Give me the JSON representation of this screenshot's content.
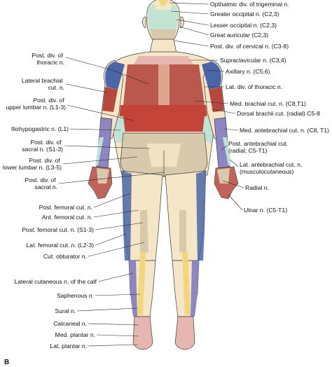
{
  "figure": {
    "panel_label": "B",
    "colors": {
      "skin": "#f6e6c8",
      "brachial_red": "#b5483f",
      "axillary_blue": "#4a66a8",
      "cervical_pink": "#e6b7b0",
      "trunk_red": "#c23b32",
      "mint": "#bfe3d4",
      "tan": "#d8c9ad",
      "purple": "#8e86c2",
      "yellow": "#f1d67a",
      "grey_blue": "#b9c2d8"
    },
    "left_labels": [
      {
        "id": "post-div-thoracic",
        "lines": [
          "Post. div. of",
          "thoracic n."
        ]
      },
      {
        "id": "lateral-brachial-cut",
        "lines": [
          "Lateral brachial",
          "cut. n."
        ]
      },
      {
        "id": "post-div-upper-lumbar",
        "lines": [
          "Post. div. of",
          "upper lumbar n. (L1-3)"
        ]
      },
      {
        "id": "iliohypogastric",
        "lines": [
          "Iliohypogastric n. (L1)"
        ]
      },
      {
        "id": "post-div-sacral-s1-3",
        "lines": [
          "Post. div. of",
          "sacral n. (S1-3)"
        ]
      },
      {
        "id": "post-div-lower-lumbar",
        "lines": [
          "Post. div. of",
          "lower lumbar n. (L3-5)"
        ]
      },
      {
        "id": "post-div-sacral",
        "lines": [
          "Post. div. of",
          "sacral n."
        ]
      },
      {
        "id": "post-femoral-cut",
        "lines": [
          "Post. femoral cut. n."
        ]
      },
      {
        "id": "ant-femoral-cut",
        "lines": [
          "Ant. femoral cut. n."
        ]
      },
      {
        "id": "post-femoral-cut-s1-3",
        "lines": [
          "Post. femoral cut. n. (S1-3)"
        ]
      },
      {
        "id": "lat-femoral-cut",
        "lines": [
          "Lat. femoral cut. n. (L2-3)"
        ]
      },
      {
        "id": "cut-obturator",
        "lines": [
          "Cut. obturator n."
        ]
      },
      {
        "id": "lateral-cutaneous-calf",
        "lines": [
          "Lateral cutaneous n. of the calf"
        ]
      },
      {
        "id": "saphenous",
        "lines": [
          "Saphenous n."
        ]
      },
      {
        "id": "sural",
        "lines": [
          "Sural n."
        ]
      },
      {
        "id": "calcaneal",
        "lines": [
          "Calcaneal n."
        ]
      },
      {
        "id": "med-plantar",
        "lines": [
          "Med. plantar n."
        ]
      },
      {
        "id": "lat-plantar",
        "lines": [
          "Lat. plantar n."
        ]
      }
    ],
    "right_labels": [
      {
        "id": "opthalmic-trigeminal",
        "lines": [
          "Opthalmic div. of trigeminal n."
        ]
      },
      {
        "id": "greater-occipital",
        "lines": [
          "Greater occipital n. (C2,3)"
        ]
      },
      {
        "id": "lesser-occipital",
        "lines": [
          "Lesser occipital n. (C2,3)"
        ]
      },
      {
        "id": "great-auricular",
        "lines": [
          "Great auricular (C2,3)"
        ]
      },
      {
        "id": "post-div-cervical",
        "lines": [
          "Post. div. of cervical n. (C3-8)"
        ]
      },
      {
        "id": "supraclavicular",
        "lines": [
          "Supraclavicular n. (C3,4)"
        ]
      },
      {
        "id": "axillary",
        "lines": [
          "Axillary n. (C5,6)"
        ]
      },
      {
        "id": "lat-div-thoracic",
        "lines": [
          "Lat. div. of thoracic n."
        ]
      },
      {
        "id": "med-brachial-cut",
        "lines": [
          "Med. brachial cut. n. (C8,T1)"
        ]
      },
      {
        "id": "dorsal-brachii-cut",
        "lines": [
          "Dorsal brachii cut. (radial) C5-8"
        ]
      },
      {
        "id": "med-antebrachial-cut",
        "lines": [
          "Med. antebrachial cut. n. (C8, T1)"
        ]
      },
      {
        "id": "post-antebrachial-cut",
        "lines": [
          "Post. antebrachial cut.",
          "(radial; C5-T1)"
        ]
      },
      {
        "id": "lat-antebrachial-cut",
        "lines": [
          "Lat. antebrachial cut. n.",
          "(musculocutaneous)"
        ]
      },
      {
        "id": "radial",
        "lines": [
          "Radial n."
        ]
      },
      {
        "id": "ulnar",
        "lines": [
          "Ulnar n. (C5-T1)"
        ]
      }
    ]
  }
}
